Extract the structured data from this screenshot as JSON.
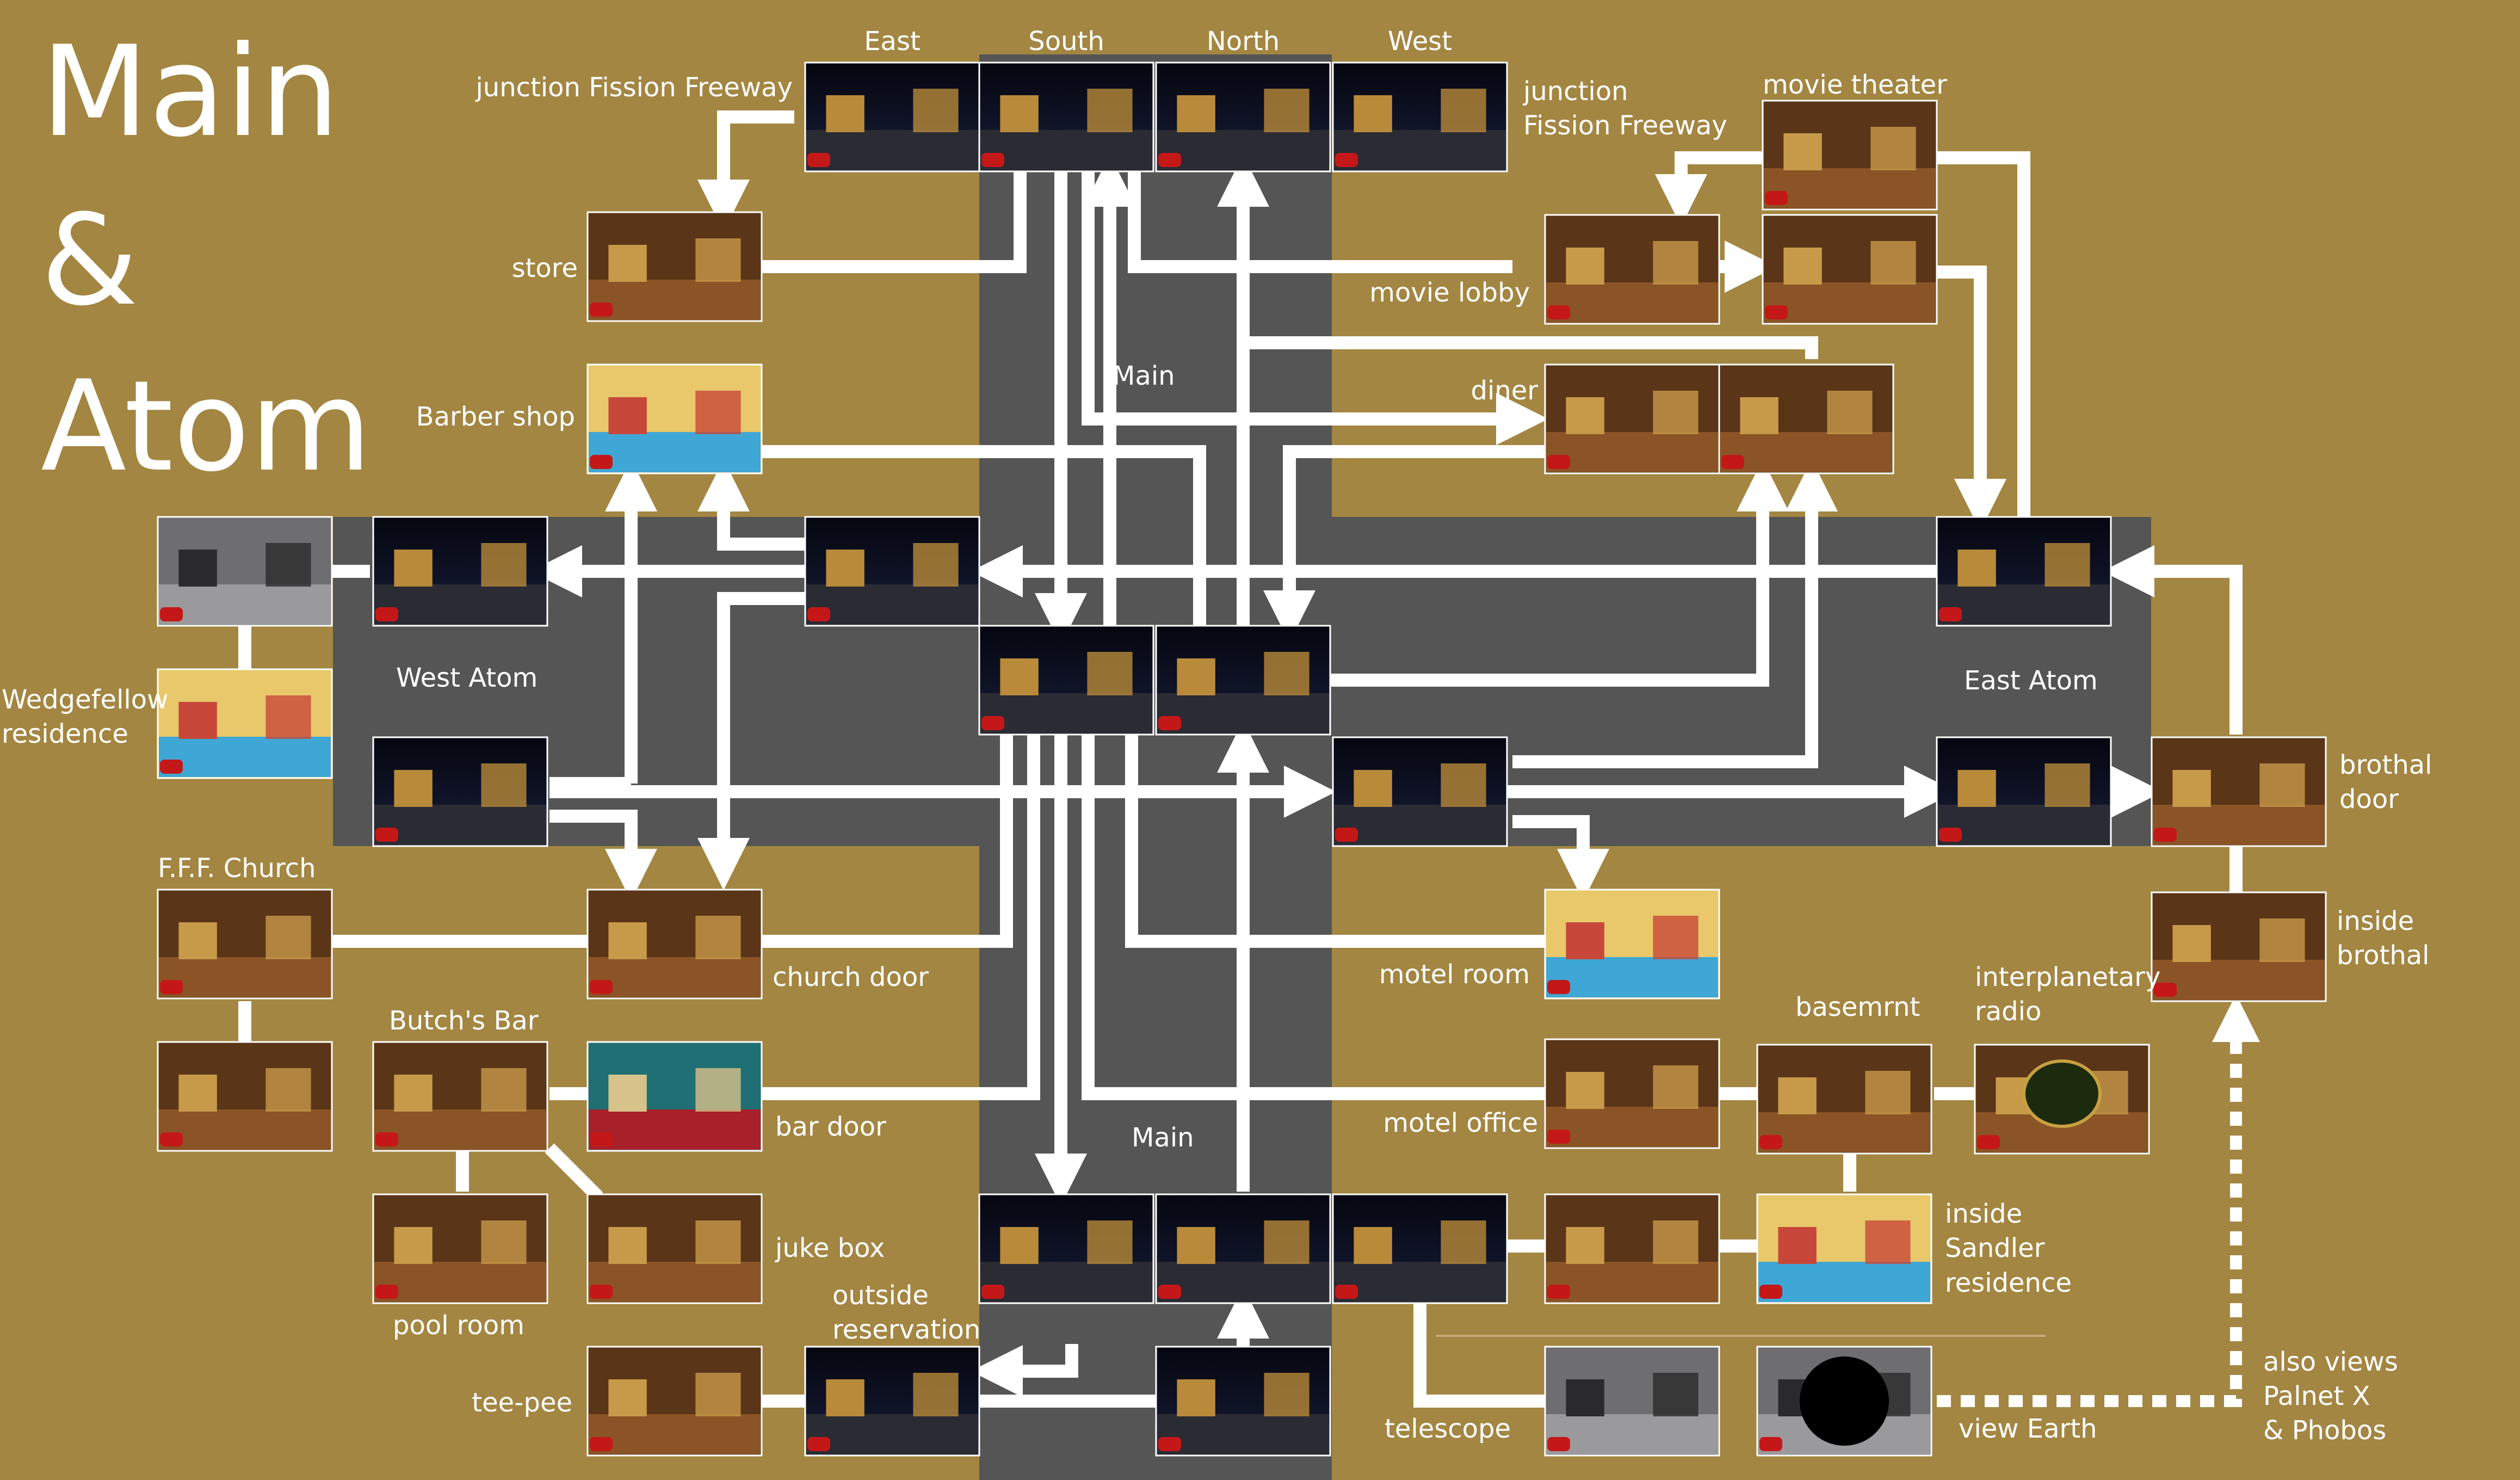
{
  "title": {
    "line1": "Main",
    "line2": "&",
    "line3": "Atom"
  },
  "directions": {
    "east": "East",
    "south": "South",
    "north": "North",
    "west": "West"
  },
  "roads": {
    "main_top": "Main",
    "main_bottom": "Main",
    "west_atom": "West Atom",
    "east_atom": "East Atom"
  },
  "rooms": {
    "junction_left": "junction Fission Freeway",
    "junction_right_1": "junction",
    "junction_right_2": "Fission Freeway",
    "store": "store",
    "barber": "Barber shop",
    "movie_theater": "movie theater",
    "movie_lobby": "movie lobby",
    "diner": "diner",
    "wedgefellow_1": "Wedgefellow",
    "wedgefellow_2": "residence",
    "fff_church": "F.F.F. Church",
    "church_door": "church door",
    "butchs_bar": "Butch's Bar",
    "bar_door": "bar door",
    "pool_room": "pool room",
    "juke_box": "juke box",
    "outside_res_1": "outside",
    "outside_res_2": "reservation",
    "tee_pee": "tee-pee",
    "motel_room": "motel room",
    "motel_office": "motel office",
    "basement": "basemrnt",
    "radio_1": "interplanetary",
    "radio_2": "radio",
    "sandler_1": "inside",
    "sandler_2": "Sandler",
    "sandler_3": "residence",
    "telescope": "telescope",
    "view_earth": "view Earth",
    "brothal_door_1": "brothal",
    "brothal_door_2": "door",
    "inside_brothal_1": "inside",
    "inside_brothal_2": "brothal",
    "also_1": "also views",
    "also_2": "Palnet X",
    "also_3": "& Phobos"
  },
  "colors": {
    "background": "#a38642",
    "road": "#555555",
    "arrow": "#ffffff",
    "night_sky": "#0a0a14"
  },
  "icons": {
    "thumbnail": "scene-thumbnail-icon",
    "connector": "arrow-icon"
  }
}
